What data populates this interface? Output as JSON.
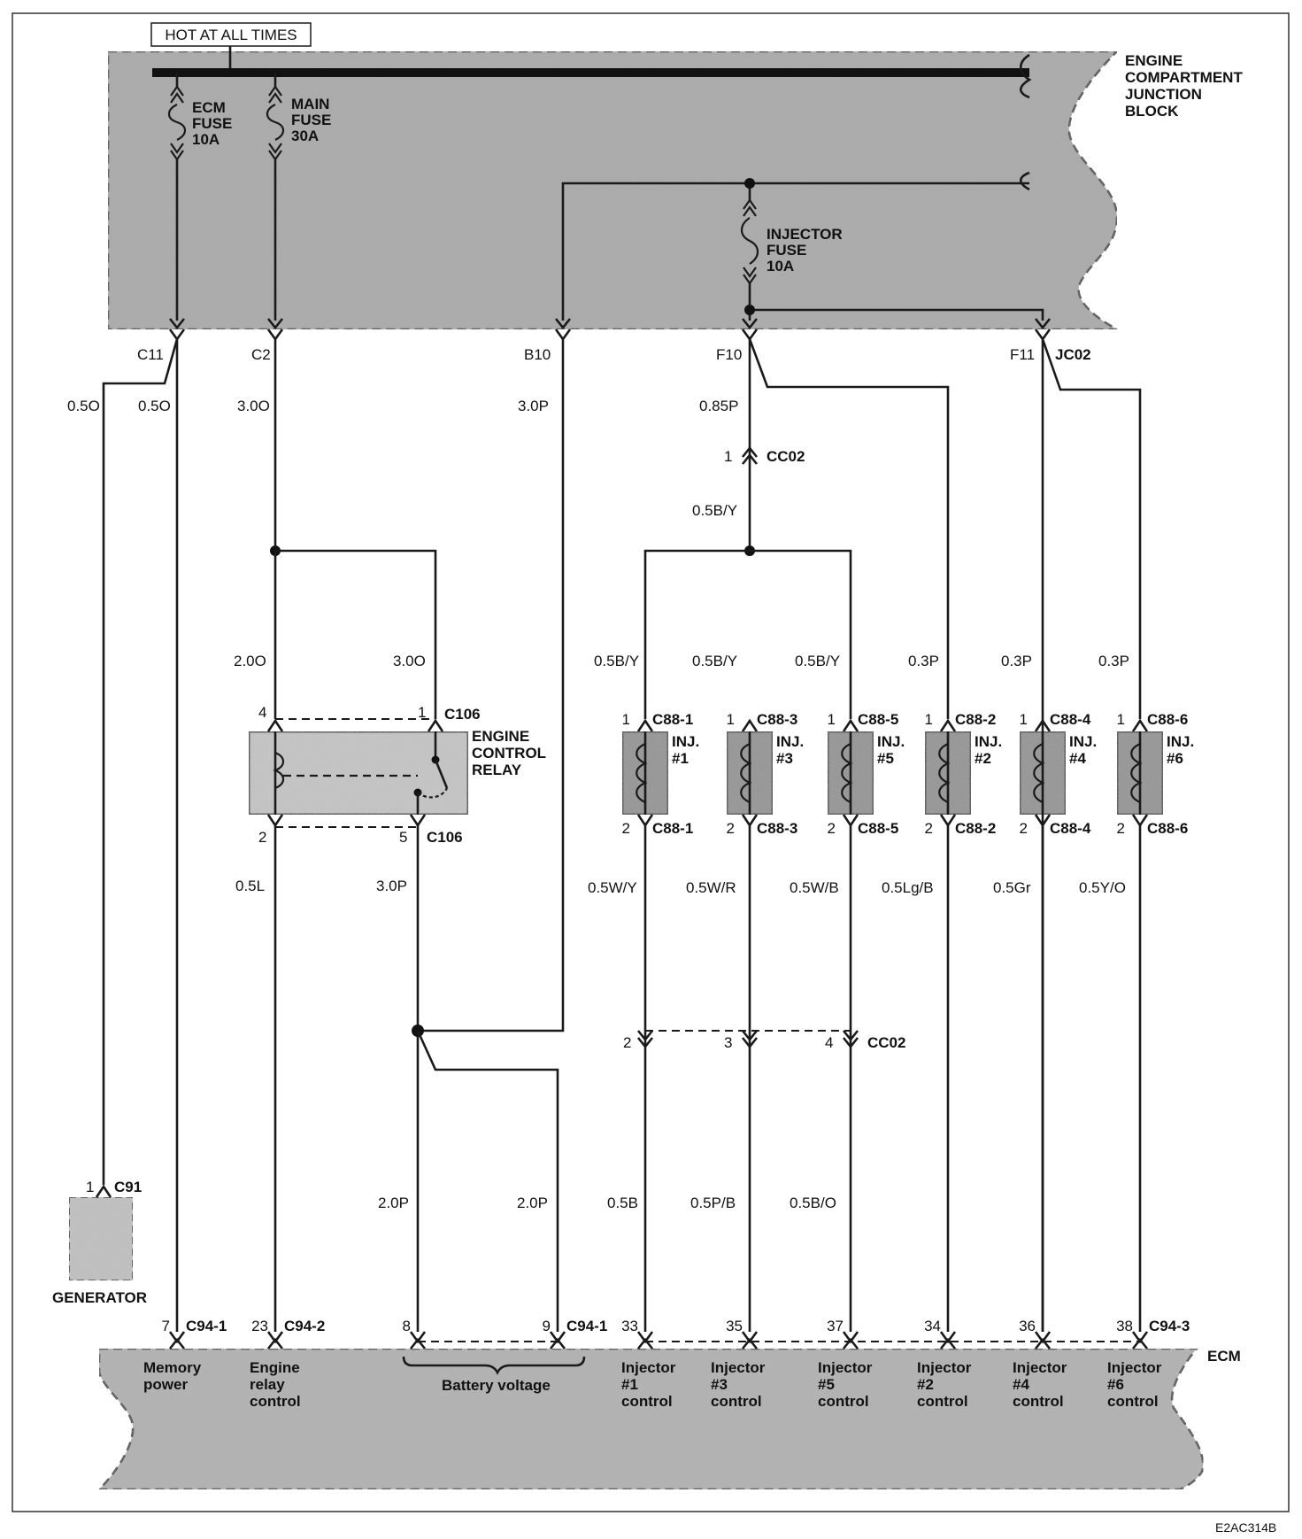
{
  "title_box": "HOT AT ALL TIMES",
  "junction_block": {
    "label": [
      "ENGINE",
      "COMPARTMENT",
      "JUNCTION",
      "BLOCK"
    ]
  },
  "fuses": [
    {
      "name": [
        "ECM",
        "FUSE",
        "10A"
      ]
    },
    {
      "name": [
        "MAIN",
        "FUSE",
        "30A"
      ]
    },
    {
      "name": [
        "INJECTOR",
        "FUSE",
        "10A"
      ]
    }
  ],
  "jb_connectors": [
    "C11",
    "C2",
    "B10",
    "F10",
    "F11",
    "JC02"
  ],
  "wire_colors": {
    "c11_gen": "0.5O",
    "c11_ecm": "0.5O",
    "c2": "3.0O",
    "b10": "3.0P",
    "f10": "0.85P",
    "cc02_out": "0.5B/Y",
    "relay_in4": "2.0O",
    "relay_in1": "3.0O",
    "relay_out2": "0.5L",
    "relay_out5": "3.0P",
    "inj_feed": [
      "0.5B/Y",
      "0.5B/Y",
      "0.5B/Y",
      "0.3P",
      "0.3P",
      "0.3P"
    ],
    "inj_ctrl": [
      "0.5W/Y",
      "0.5W/R",
      "0.5W/B",
      "0.5Lg/B",
      "0.5Gr",
      "0.5Y/O"
    ],
    "ecm_bat1": "2.0P",
    "ecm_bat2": "2.0P",
    "cc02_low": [
      "0.5B",
      "0.5P/B",
      "0.5B/O"
    ]
  },
  "cc02": {
    "name": "CC02",
    "pin_top": "1",
    "pins_low": [
      "2",
      "3",
      "4"
    ]
  },
  "relay": {
    "name": [
      "ENGINE",
      "CONTROL",
      "RELAY"
    ],
    "connector": "C106",
    "pins_top": [
      "4",
      "1"
    ],
    "pins_bottom": [
      "2",
      "5"
    ]
  },
  "injectors": [
    {
      "label": [
        "INJ.",
        "#1"
      ],
      "connector": "C88-1"
    },
    {
      "label": [
        "INJ.",
        "#3"
      ],
      "connector": "C88-3"
    },
    {
      "label": [
        "INJ.",
        "#5"
      ],
      "connector": "C88-5"
    },
    {
      "label": [
        "INJ.",
        "#2"
      ],
      "connector": "C88-2"
    },
    {
      "label": [
        "INJ.",
        "#4"
      ],
      "connector": "C88-4"
    },
    {
      "label": [
        "INJ.",
        "#6"
      ],
      "connector": "C88-6"
    }
  ],
  "injector_pins": [
    "1",
    "2"
  ],
  "generator": {
    "name": "GENERATOR",
    "pin": "1",
    "connector": "C91"
  },
  "ecm": {
    "name": "ECM",
    "pins": [
      {
        "pin": "7",
        "connector": "C94-1"
      },
      {
        "pin": "23",
        "connector": "C94-2"
      },
      {
        "pin": "8",
        "connector": ""
      },
      {
        "pin": "9",
        "connector": "C94-1"
      },
      {
        "pin": "33",
        "connector": ""
      },
      {
        "pin": "35",
        "connector": ""
      },
      {
        "pin": "37",
        "connector": ""
      },
      {
        "pin": "34",
        "connector": ""
      },
      {
        "pin": "36",
        "connector": ""
      },
      {
        "pin": "38",
        "connector": "C94-3"
      }
    ],
    "functions": [
      [
        "Memory",
        "power"
      ],
      [
        "Engine",
        "relay",
        "control"
      ],
      [
        "Battery voltage"
      ],
      [
        "Injector",
        "#1",
        "control"
      ],
      [
        "Injector",
        "#3",
        "control"
      ],
      [
        "Injector",
        "#5",
        "control"
      ],
      [
        "Injector",
        "#2",
        "control"
      ],
      [
        "Injector",
        "#4",
        "control"
      ],
      [
        "Injector",
        "#6",
        "control"
      ]
    ]
  },
  "figure_code": "E2AC314B"
}
